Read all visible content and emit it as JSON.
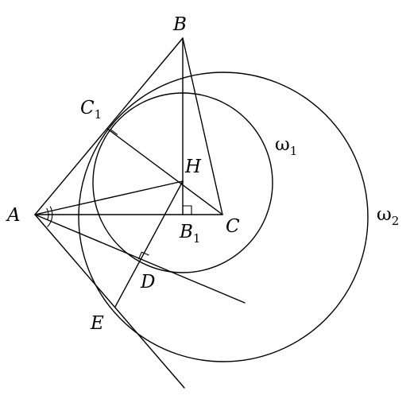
{
  "diagram": {
    "points": {
      "A": {
        "base": "A",
        "sub": ""
      },
      "B": {
        "base": "B",
        "sub": ""
      },
      "C": {
        "base": "C",
        "sub": ""
      },
      "H": {
        "base": "H",
        "sub": ""
      },
      "B1": {
        "base": "B",
        "sub": "1"
      },
      "C1": {
        "base": "C",
        "sub": "1"
      },
      "D": {
        "base": "D",
        "sub": ""
      },
      "E": {
        "base": "E",
        "sub": ""
      }
    },
    "circles": {
      "omega1": {
        "base": "ω",
        "sub": "1"
      },
      "omega2": {
        "base": "ω",
        "sub": "2"
      }
    }
  }
}
